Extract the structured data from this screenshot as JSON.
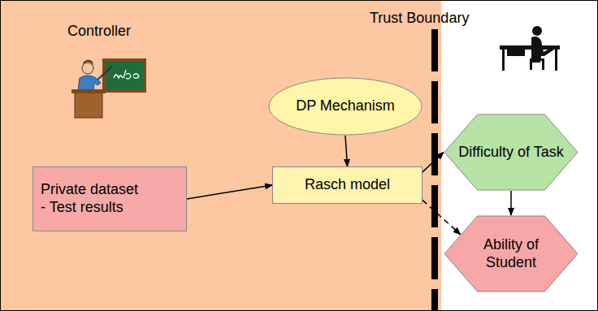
{
  "diagram": {
    "nodes": [
      {
        "text": [
          "Private dataset",
          "- Test results"
        ]
      },
      {
        "text": [
          "DP Mechanism"
        ]
      },
      {
        "text": [
          "Rasch model"
        ]
      },
      {
        "text": [
          "Difficulty of Task"
        ]
      },
      {
        "text": [
          "Ability of Student"
        ]
      }
    ],
    "edges": [
      {
        "from": 0,
        "to": 2,
        "arrow": "to"
      },
      {
        "from": 1,
        "to": 2,
        "arrow": "to"
      },
      {
        "from": 2,
        "to": 3,
        "arrow": "to"
      },
      {
        "from": 2,
        "to": 4,
        "arrow": "to"
      },
      {
        "from": 3,
        "to": 4,
        "arrow": "to"
      }
    ],
    "labels": [
      "Controller",
      "Trust Boundary"
    ]
  }
}
